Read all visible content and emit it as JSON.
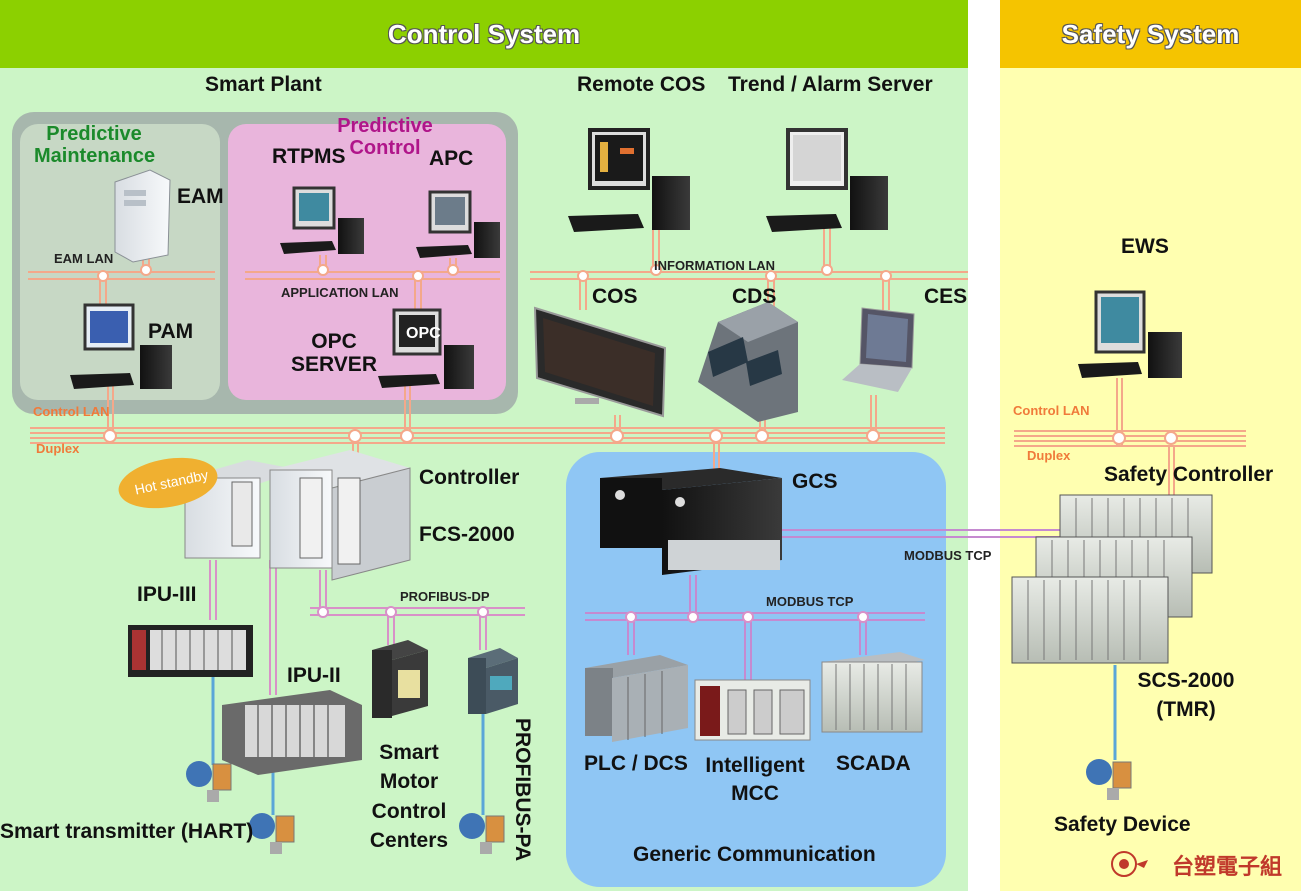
{
  "headers": {
    "control": "Control System",
    "safety": "Safety System"
  },
  "colors": {
    "control_header": "#8cd000",
    "safety_header": "#f5c400",
    "control_bg": "#ccf5c6",
    "safety_bg": "#ffffb0",
    "smart_plant_box": "#a7b7ad",
    "predictive_maintenance_bg": "#c7d8c5",
    "predictive_control_bg": "#e9b5dc",
    "gcs_box": "#8fc6f4",
    "lan_line": "#f4a88a",
    "modbus_line": "#c58ad0",
    "predictive_maintenance_text": "#1b8a2b",
    "predictive_control_text": "#b0158a"
  },
  "smart_plant": {
    "title": "Smart Plant",
    "predictive_maintenance": "Predictive\nMaintenance",
    "predictive_control": "Predictive\nControl",
    "eam": "EAM",
    "eam_lan": "EAM LAN",
    "pam": "PAM",
    "rtpms": "RTPMS",
    "apc": "APC",
    "application_lan": "APPLICATION LAN",
    "opc_server": "OPC\nSERVER"
  },
  "information": {
    "remote_cos": "Remote COS",
    "trend_alarm": "Trend / Alarm Server",
    "information_lan": "INFORMATION LAN",
    "cos": "COS",
    "cds": "CDS",
    "ces": "CES"
  },
  "control_network": {
    "control_lan": "Control LAN",
    "duplex": "Duplex",
    "hot_standby": "Hot standby",
    "controller": "Controller",
    "fcs": "FCS-2000",
    "profibus_dp": "PROFIBUS-DP",
    "ipu3": "IPU-III",
    "ipu2": "IPU-II",
    "smart_transmitter": "Smart transmitter (HART)",
    "smart_motor": "Smart\nMotor\nControl\nCenters",
    "profibus_pa": "PROFIBUS-PA"
  },
  "gcs": {
    "gcs": "GCS",
    "modbus_tcp_inner": "MODBUS TCP",
    "modbus_tcp_link": "MODBUS TCP",
    "plc_dcs": "PLC / DCS",
    "intelligent_mcc": "Intelligent\nMCC",
    "scada": "SCADA",
    "generic_communication": "Generic Communication"
  },
  "safety": {
    "ews": "EWS",
    "control_lan": "Control LAN",
    "duplex": "Duplex",
    "safety_controller": "Safety Controller",
    "scs": "SCS-2000\n(TMR)",
    "safety_device": "Safety Device",
    "logo_text": "台塑電子組"
  }
}
